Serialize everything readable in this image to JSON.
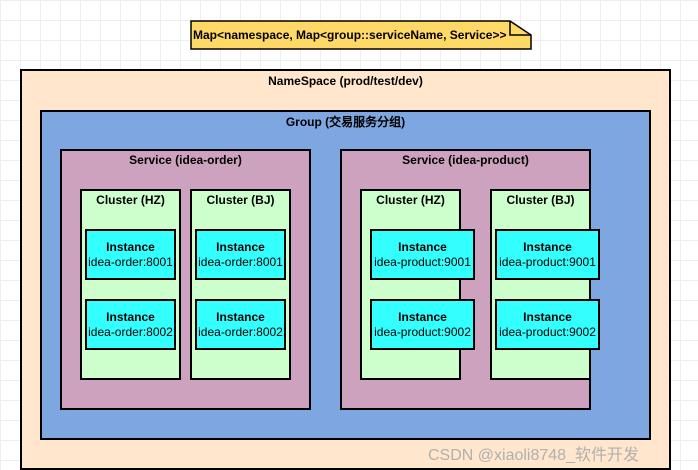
{
  "note": {
    "text": "Map<namespace, Map<group::serviceName, Service>>",
    "fill": "#ffd966",
    "stroke": "#000000"
  },
  "namespace": {
    "title": "NameSpace  (prod/test/dev)",
    "color": "#ffe6cc"
  },
  "group": {
    "title": "Group  (交易服务分组)",
    "color": "#7ea6e0"
  },
  "services": [
    {
      "title": "Service  (idea-order)",
      "clusters": [
        {
          "title": "Cluster  (HZ)",
          "instances": [
            {
              "title": "Instance",
              "address": "idea-order:8001"
            },
            {
              "title": "Instance",
              "address": "idea-order:8002"
            }
          ]
        },
        {
          "title": "Cluster  (BJ)",
          "instances": [
            {
              "title": "Instance",
              "address": "idea-order:8001"
            },
            {
              "title": "Instance",
              "address": "idea-order:8002"
            }
          ]
        }
      ]
    },
    {
      "title": "Service  (idea-product)",
      "clusters": [
        {
          "title": "Cluster  (HZ)",
          "instances": [
            {
              "title": "Instance",
              "address": "idea-product:9001"
            },
            {
              "title": "Instance",
              "address": "idea-product:9002"
            }
          ]
        },
        {
          "title": "Cluster  (BJ)",
          "instances": [
            {
              "title": "Instance",
              "address": "idea-product:9001"
            },
            {
              "title": "Instance",
              "address": "idea-product:9002"
            }
          ]
        }
      ]
    }
  ],
  "colors": {
    "service": "#cda2be",
    "cluster": "#ccffcc",
    "instance": "#33ffff"
  },
  "watermark": "CSDN @xiaoli8748_软件开发"
}
